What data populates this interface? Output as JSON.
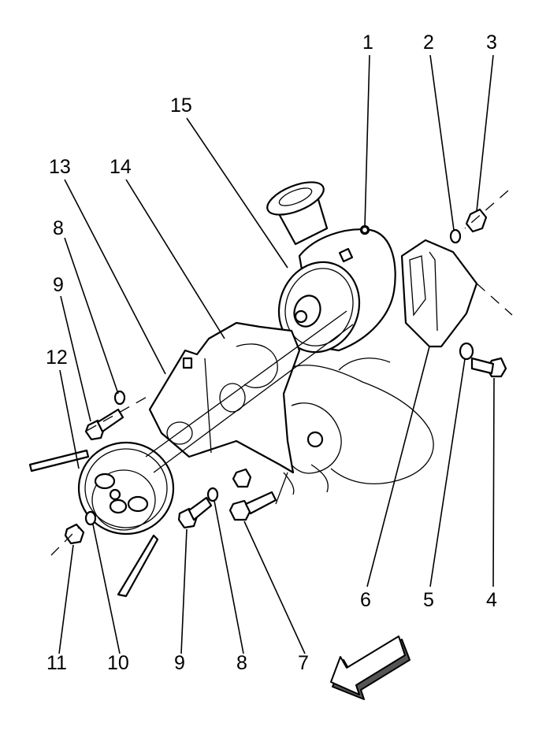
{
  "callouts": {
    "c1": "1",
    "c2": "2",
    "c3": "3",
    "c4": "4",
    "c5": "5",
    "c6": "6",
    "c7": "7",
    "c8_top": "8",
    "c8_bottom": "8",
    "c9_top": "9",
    "c9_bottom": "9",
    "c10": "10",
    "c11": "11",
    "c12": "12",
    "c13": "13",
    "c14": "14",
    "c15": "15"
  },
  "icons": {
    "direction_arrow": "forward-direction-arrow-icon"
  }
}
